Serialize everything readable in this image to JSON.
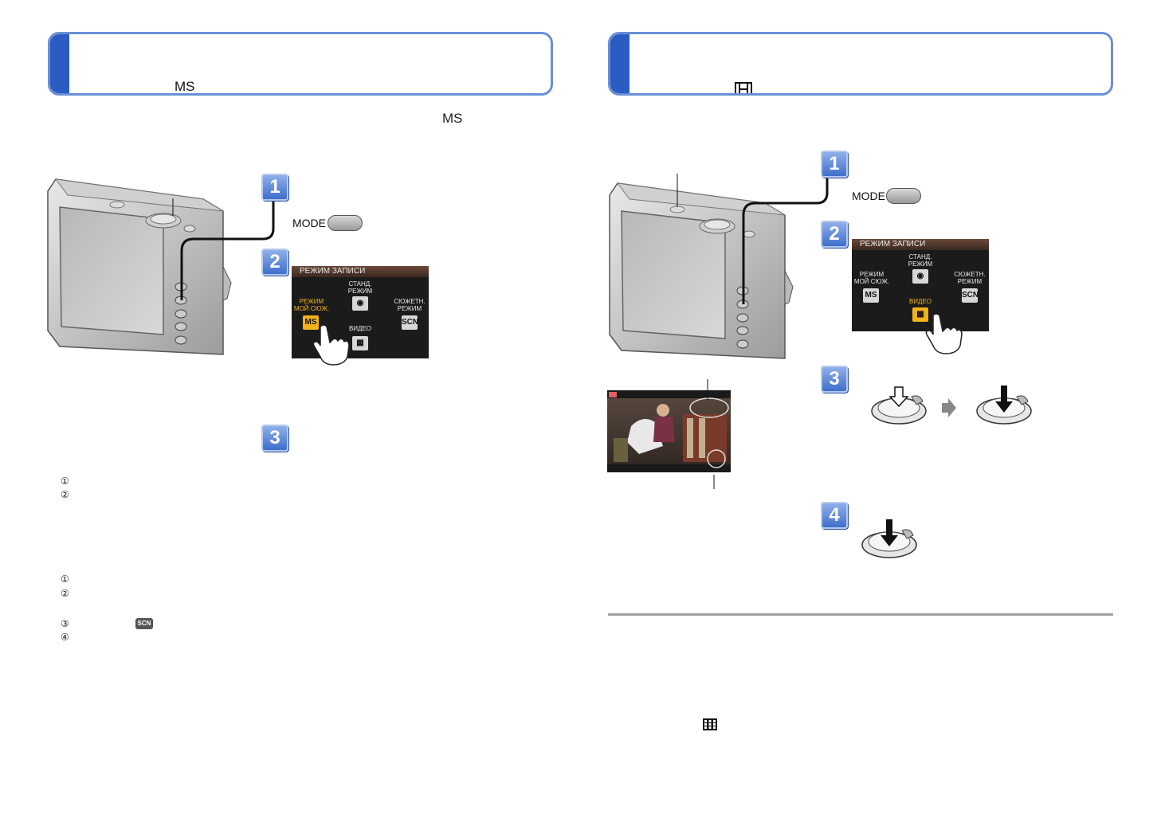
{
  "left": {
    "header_icon": "MS",
    "intro_icon": "MS",
    "step1": {
      "number": "1",
      "mode_label": "MODE"
    },
    "step2": {
      "number": "2",
      "menu": {
        "title": "РЕЖИМ ЗАПИСИ",
        "std_label_1": "СТАНД.",
        "std_label_2": "РЕЖИМ",
        "ms_label_1": "РЕЖИМ",
        "ms_label_2": "МОЙ СЮЖ.",
        "scene_label_1": "СЮЖЕТН.",
        "scene_label_2": "РЕЖИМ",
        "video_label": "ВИДЕО",
        "ms_icon": "MS",
        "scn_icon": "SCN"
      }
    },
    "step3": {
      "number": "3"
    },
    "list1": [
      "①",
      "②"
    ],
    "list2": [
      "①",
      "②",
      "③",
      "④"
    ],
    "scn_chip": "SCN"
  },
  "right": {
    "step1": {
      "number": "1",
      "mode_label": "MODE"
    },
    "step2": {
      "number": "2",
      "menu": {
        "title": "РЕЖИМ ЗАПИСИ",
        "std_label_1": "СТАНД.",
        "std_label_2": "РЕЖИМ",
        "ms_label_1": "РЕЖИМ",
        "ms_label_2": "МОЙ СЮЖ.",
        "scene_label_1": "СЮЖЕТН.",
        "scene_label_2": "РЕЖИМ",
        "video_label": "ВИДЕО",
        "ms_icon": "MS",
        "scn_icon": "SCN"
      }
    },
    "step3": {
      "number": "3"
    },
    "step4": {
      "number": "4"
    }
  },
  "colors": {
    "accent_blue": "#2a5cc2",
    "header_border": "#6a8fd6",
    "menu_highlight": "#f2b21a"
  },
  "icons": {
    "left_header": "ms-icon",
    "right_header": "film-icon",
    "bottom_right": "grid-icon"
  }
}
